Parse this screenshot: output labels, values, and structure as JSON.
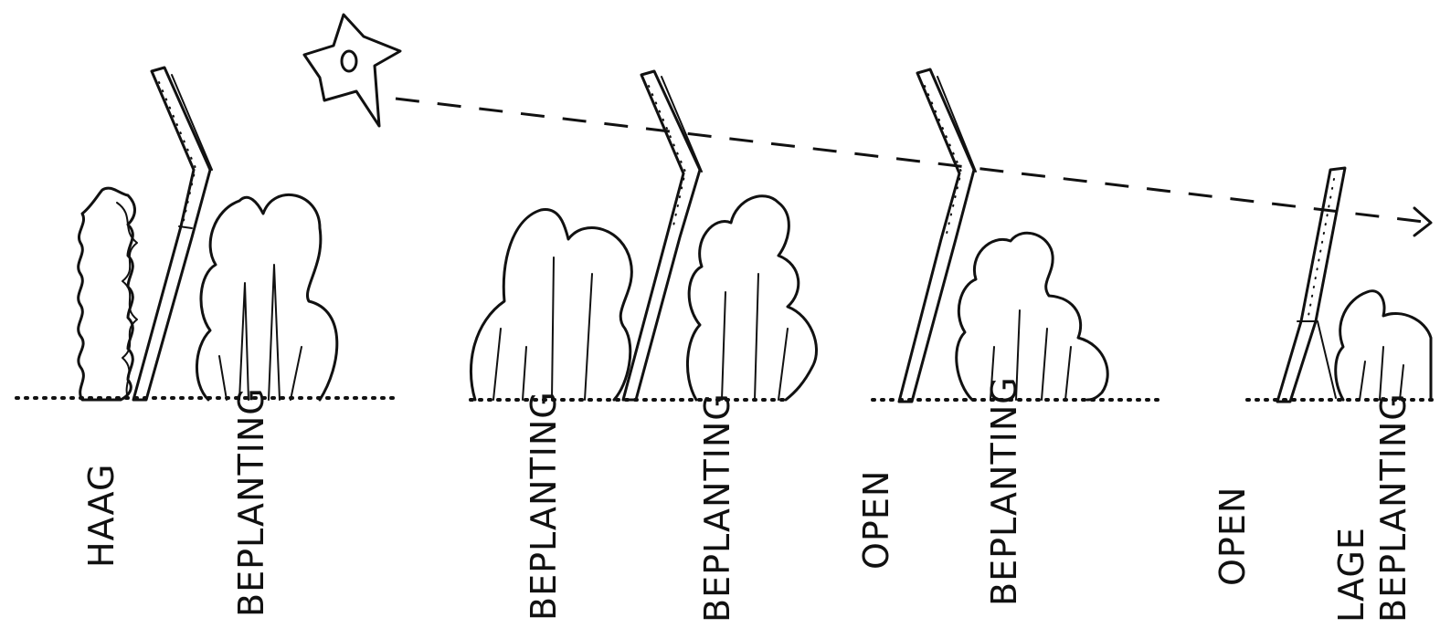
{
  "labels": {
    "haag": "HAAG",
    "beplanting_1": "BEPLANTING",
    "beplanting_2": "BEPLANTING",
    "beplanting_3": "BEPLANTING",
    "open_1": "OPEN",
    "beplanting_4": "BEPLANTING",
    "open_2": "OPEN",
    "lage": "LAGE",
    "beplanting_5": "BEPLANTING"
  }
}
